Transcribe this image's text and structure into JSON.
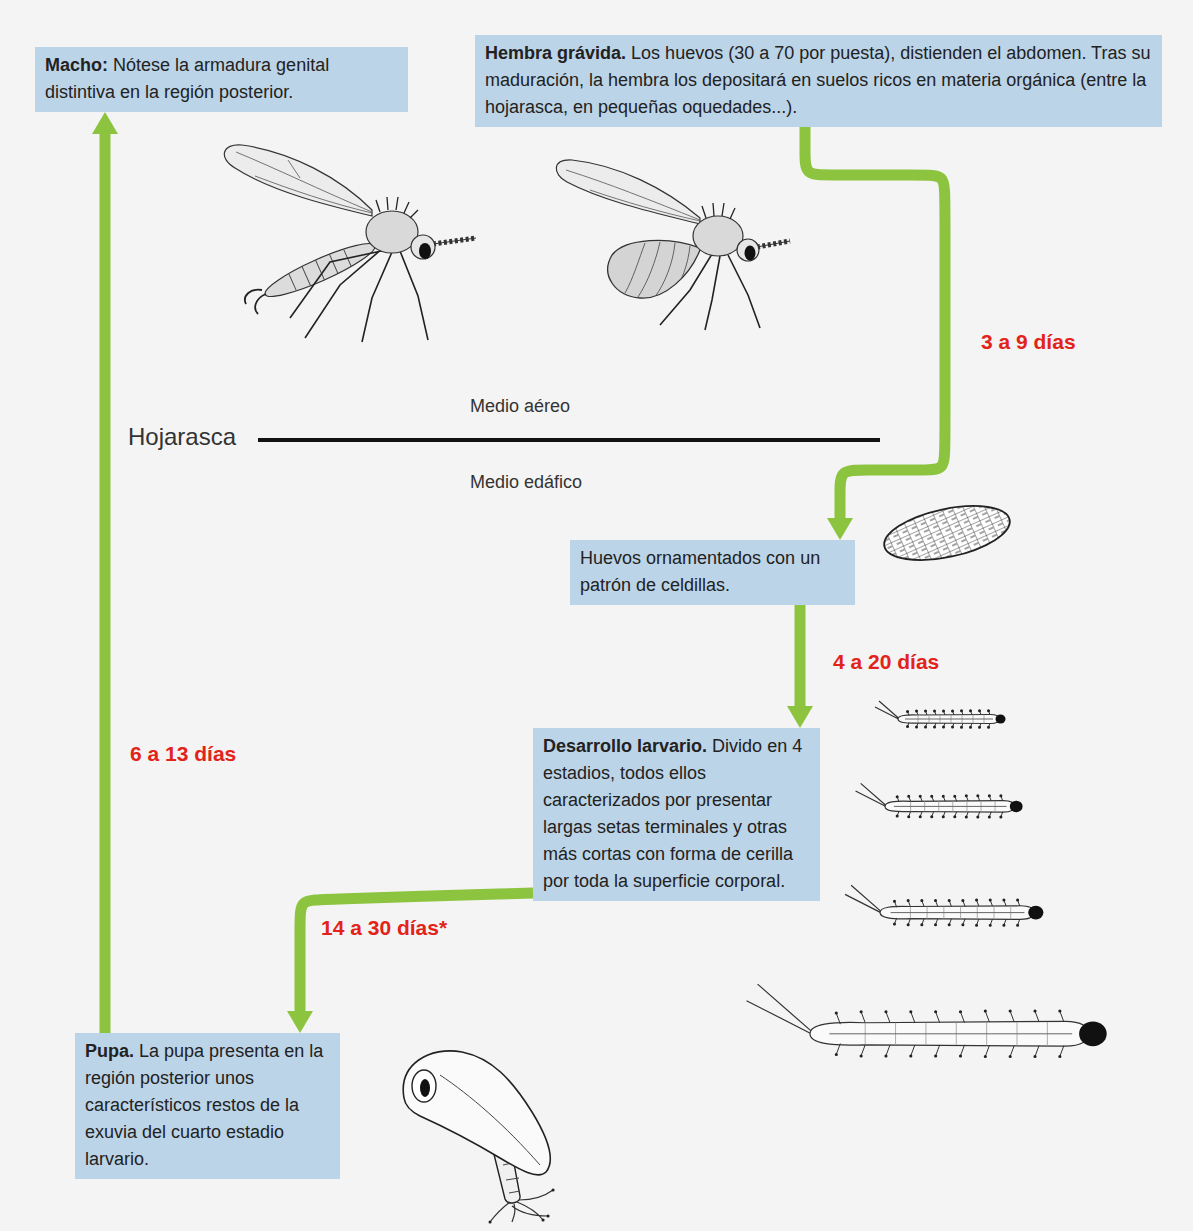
{
  "diagram": {
    "nodes": [
      {
        "text": [
          "Macho:",
          "Nótese la armadura genital distintiva en la región posterior."
        ]
      },
      {
        "text": [
          "Hembra grávida.",
          "Los huevos (30 a 70 por puesta), distienden el abdomen. Tras su maduración, la hembra los depositará en suelos ricos en materia orgánica (entre la hojarasca, en pequeñas oquedades...)."
        ]
      },
      {
        "text": [
          "Huevos ornamentados con un patrón de celdillas."
        ]
      },
      {
        "text": [
          "Desarrollo larvario.",
          "Divido en 4 estadios, todos ellos caracterizados por presentar largas setas terminales y otras más cortas con forma de cerilla por toda la superficie corporal."
        ]
      },
      {
        "text": [
          "Pupa.",
          "La pupa presenta en la región posterior unos característicos restos de la exuvia del cuarto estadio larvario."
        ]
      }
    ],
    "edges": [
      {
        "from": 1,
        "to": 2,
        "arrow": "to",
        "label": "3 a 9 días"
      },
      {
        "from": 2,
        "to": 3,
        "arrow": "to",
        "label": "4 a 20 días"
      },
      {
        "from": 3,
        "to": 4,
        "arrow": "to",
        "label": "14 a 30 días*"
      },
      {
        "from": 4,
        "to": 0,
        "arrow": "to",
        "label": "6 a 13 días"
      }
    ],
    "labels": [
      "Hojarasca",
      "Medio aéreo",
      "Medio edáfico"
    ]
  }
}
